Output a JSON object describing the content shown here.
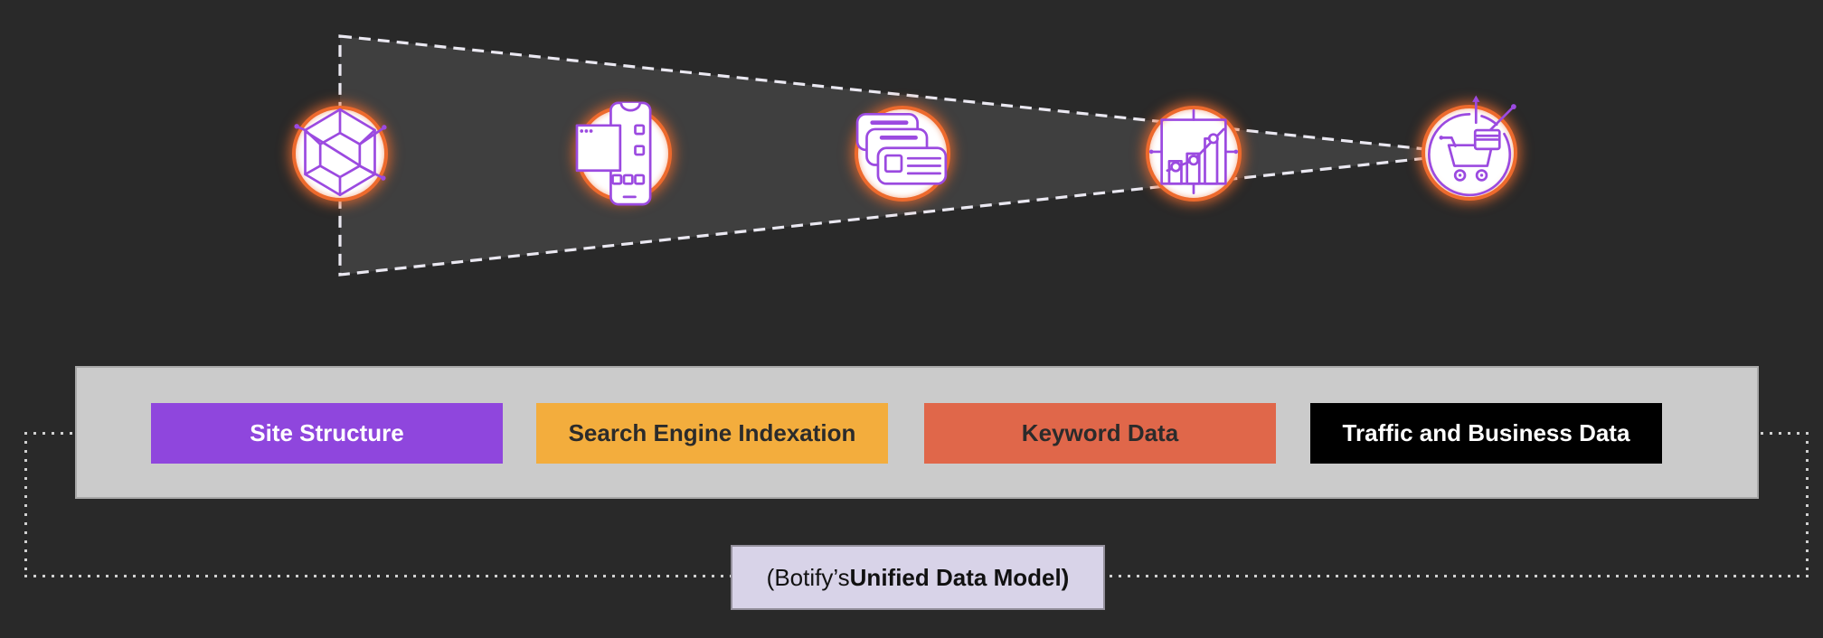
{
  "title": "Botify Unified Data Model funnel diagram",
  "colors": {
    "background": "#292929",
    "funnel_fill": "#3f3f3f",
    "funnel_outline": "#eae8f1",
    "bar_background": "#cbcbcb",
    "icon_ring": "#ed6a2d",
    "icon_stroke": "#9b4ae0",
    "dotted_outline": "#d0d0d0"
  },
  "funnel": {
    "icons": [
      {
        "name": "site-structure-icon",
        "glyph": "wireframe-hexagon-gem"
      },
      {
        "name": "mobile-indexation-icon",
        "glyph": "smartphone-with-browser-window"
      },
      {
        "name": "keyword-cards-icon",
        "glyph": "stacked-index-cards"
      },
      {
        "name": "analytics-chart-icon",
        "glyph": "bar-chart-with-trend-line"
      },
      {
        "name": "ecommerce-cart-icon",
        "glyph": "shopping-cart-with-cycle-arrows"
      }
    ]
  },
  "bar": {
    "items": [
      {
        "label": "Site Structure",
        "bg": "#8f46dd",
        "fg": "#ffffff"
      },
      {
        "label": "Search Engine Indexation",
        "bg": "#f3ad3d",
        "fg": "#2b2b2b"
      },
      {
        "label": "Keyword Data",
        "bg": "#e0674a",
        "fg": "#2b2b2b"
      },
      {
        "label": "Traffic and Business Data",
        "bg": "#000000",
        "fg": "#ffffff"
      }
    ]
  },
  "footer": {
    "prefix": "(Botify’s ",
    "bold": "Unified Data Model)",
    "bg": "#d8d3e8"
  }
}
